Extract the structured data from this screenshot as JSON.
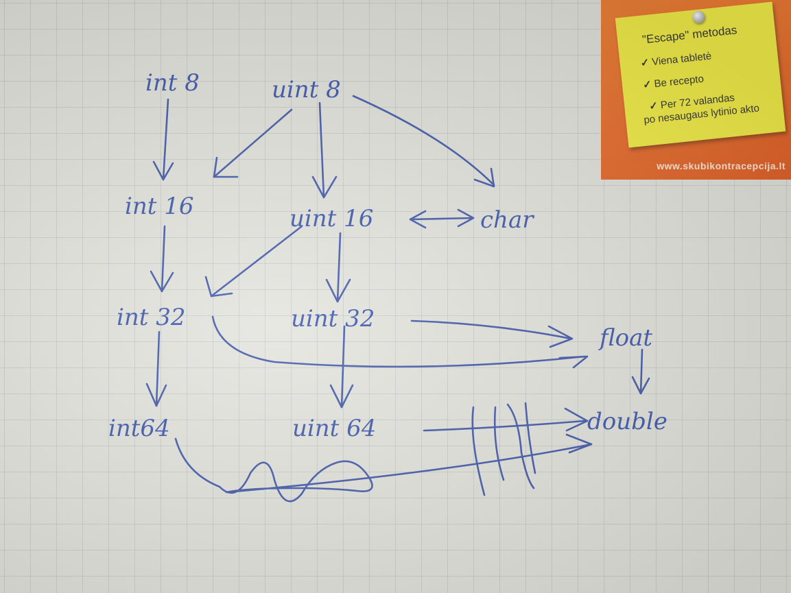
{
  "nodes": {
    "int8": "int 8",
    "uint8": "uint 8",
    "int16": "int 16",
    "uint16": "uint 16",
    "char": "char",
    "int32": "int 32",
    "uint32": "uint 32",
    "float": "float",
    "int64": "int64",
    "uint64": "uint 64",
    "double": "double"
  },
  "sticky_note": {
    "title": "\"Escape\" metodas",
    "items": [
      "Viena tabletė",
      "Be recepto",
      "Per 72 valandas",
      "po nesaugaus lytinio akto"
    ]
  },
  "ad_url": "www.skubikontracepcija.lt",
  "colors": {
    "ink": "#3a52a8",
    "paper": "#e3e3dd",
    "sticky": "#f4ee3c",
    "ad_background": "#e8621f"
  }
}
